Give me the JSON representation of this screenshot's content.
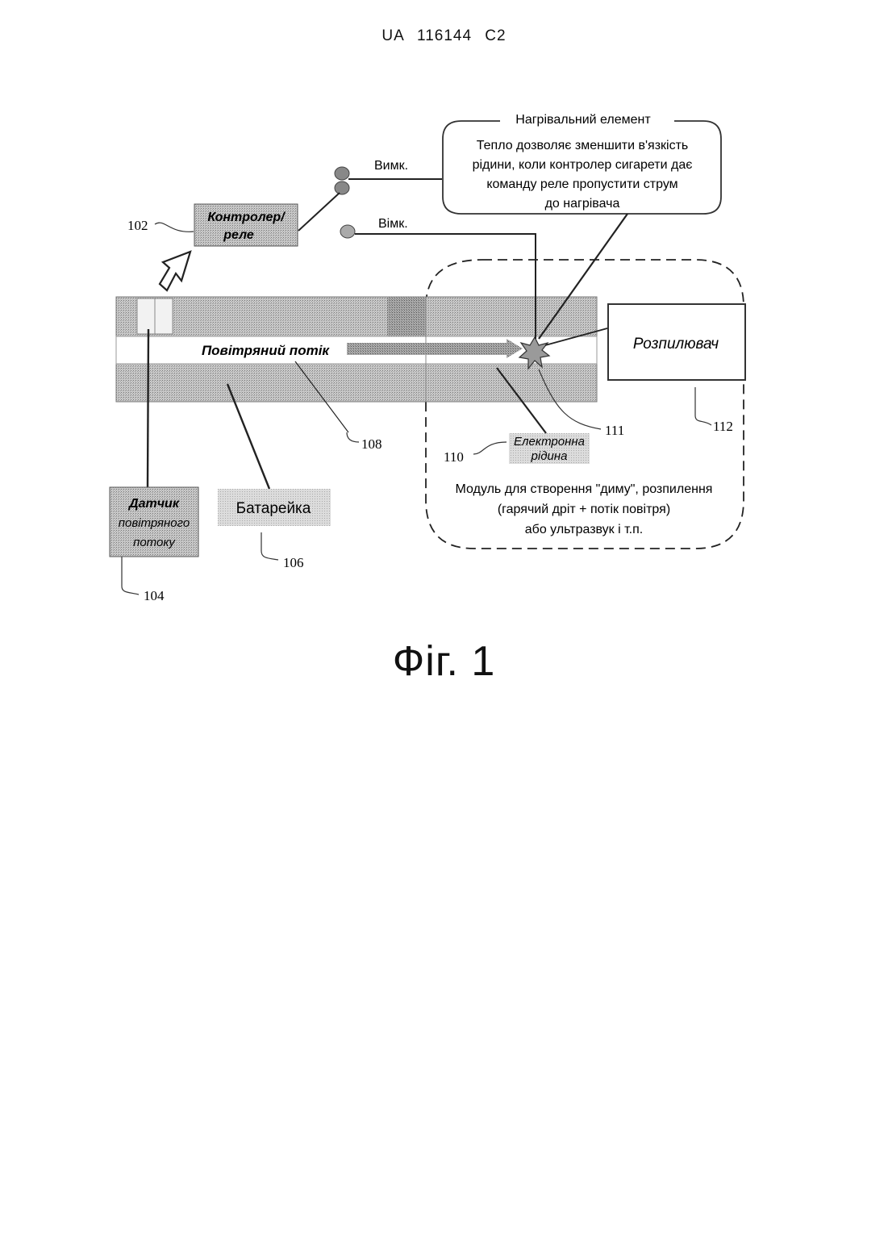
{
  "header": {
    "doc_number": "UA   116144   C2"
  },
  "diagram": {
    "controller_label": [
      "Контролер/",
      "реле"
    ],
    "controller_ref": "102",
    "switch_off_label": "Вимк.",
    "switch_on_label": "Вімк.",
    "heater_title": "Нагрівальний елемент",
    "heater_text": [
      "Тепло дозволяє зменшити в'язкість",
      "рідини, коли контролер сигарети дає",
      "команду реле пропустити струм",
      "до нагрівача"
    ],
    "airflow_label": "Повітряний потік",
    "atomizer_label": "Розпилювач",
    "sensor_label": [
      "Датчик",
      "повітряного",
      "потоку"
    ],
    "sensor_ref": "104",
    "battery_label": "Батарейка",
    "battery_ref": "106",
    "channel_ref": "108",
    "liquid_label": [
      "Електронна",
      "рідина"
    ],
    "liquid_ref": "110",
    "heater_ref": "111",
    "atomizer_ref": "112",
    "module_text": [
      "Модуль для створення \"диму\", розпилення",
      "(гарячий дріт + потік повітря)",
      "або ультразвук і т.п."
    ]
  },
  "figure_caption": "Фіг. 1"
}
